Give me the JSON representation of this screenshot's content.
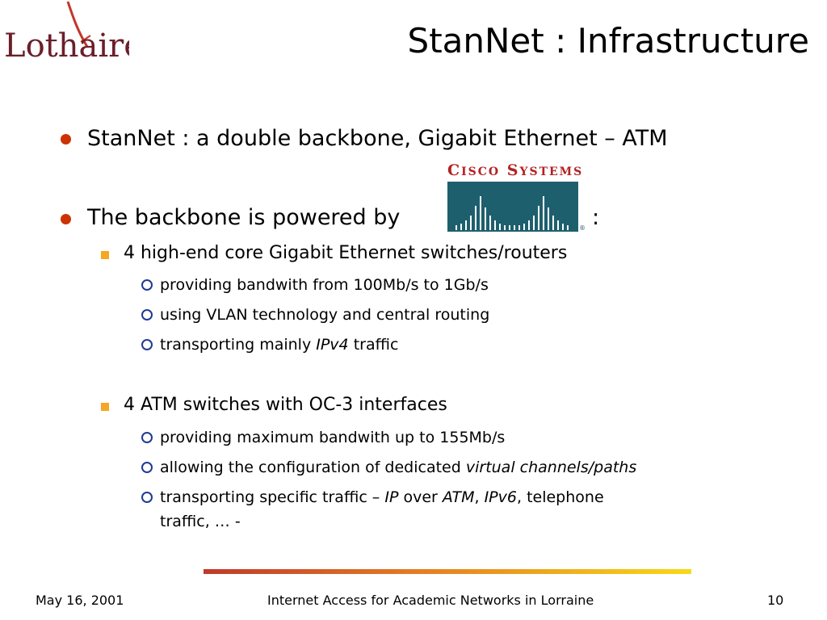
{
  "logo": {
    "text": "Lothaire"
  },
  "slide": {
    "title": "StanNet : Infrastructure",
    "bullet1": "StanNet : a double backbone, Gigabit Ethernet – ATM",
    "bullet2_prefix": "The backbone is powered by",
    "bullet2_suffix": ":",
    "cisco": {
      "name": "Cisco Systems",
      "registered": "®"
    },
    "group1": {
      "heading": "4 high-end core Gigabit Ethernet switches/routers",
      "items": {
        "i0": "providing bandwith from 100Mb/s to 1Gb/s",
        "i1": "using VLAN technology and central routing",
        "i2_pre": "transporting mainly ",
        "i2_em": "IPv4",
        "i2_post": " traffic"
      }
    },
    "group2": {
      "heading": "4 ATM switches with OC-3 interfaces",
      "items": {
        "i0": "providing maximum bandwith up to 155Mb/s",
        "i1_pre": "allowing the configuration of dedicated ",
        "i1_em": "virtual channels/paths",
        "i2_pre": "transporting specific traffic – ",
        "i2_em1": "IP",
        "i2_mid1": " over ",
        "i2_em2": "ATM",
        "i2_mid2": ", ",
        "i2_em3": "IPv6",
        "i2_post": ", telephone",
        "i2_line2": "traffic, … -"
      }
    }
  },
  "footer": {
    "date": "May 16, 2001",
    "center": "Internet Access for Academic Networks in Lorraine",
    "page": "10"
  },
  "colors": {
    "bullet_l1": "#cc3300",
    "bullet_l2": "#f5a623",
    "bullet_l3": "#1f3a93",
    "cisco_teal": "#1e5f6e",
    "cisco_red": "#b22222"
  }
}
